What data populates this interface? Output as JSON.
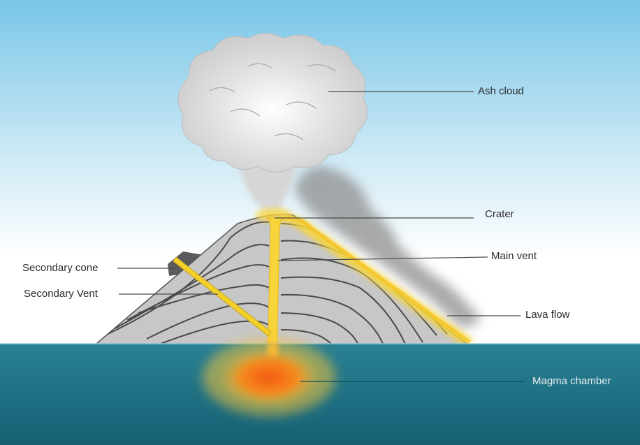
{
  "diagram": {
    "labels": {
      "ash_cloud": "Ash cloud",
      "crater": "Crater",
      "main_vent": "Main vent",
      "lava_flow": "Lava flow",
      "magma_chamber": "Magma chamber",
      "secondary_cone": "Secondary cone",
      "secondary_vent": "Secondary Vent"
    },
    "colors": {
      "sky_top": "#79c6e8",
      "sky_bottom": "#ffffff",
      "sea": "#1b7082",
      "rock": "#c9c9c9",
      "rock_lines": "#4a4a4a",
      "lava": "#f7d23a",
      "magma": "#f26a1b",
      "ash": "#dcdcdc",
      "smoke": "#8f8f8f"
    }
  }
}
